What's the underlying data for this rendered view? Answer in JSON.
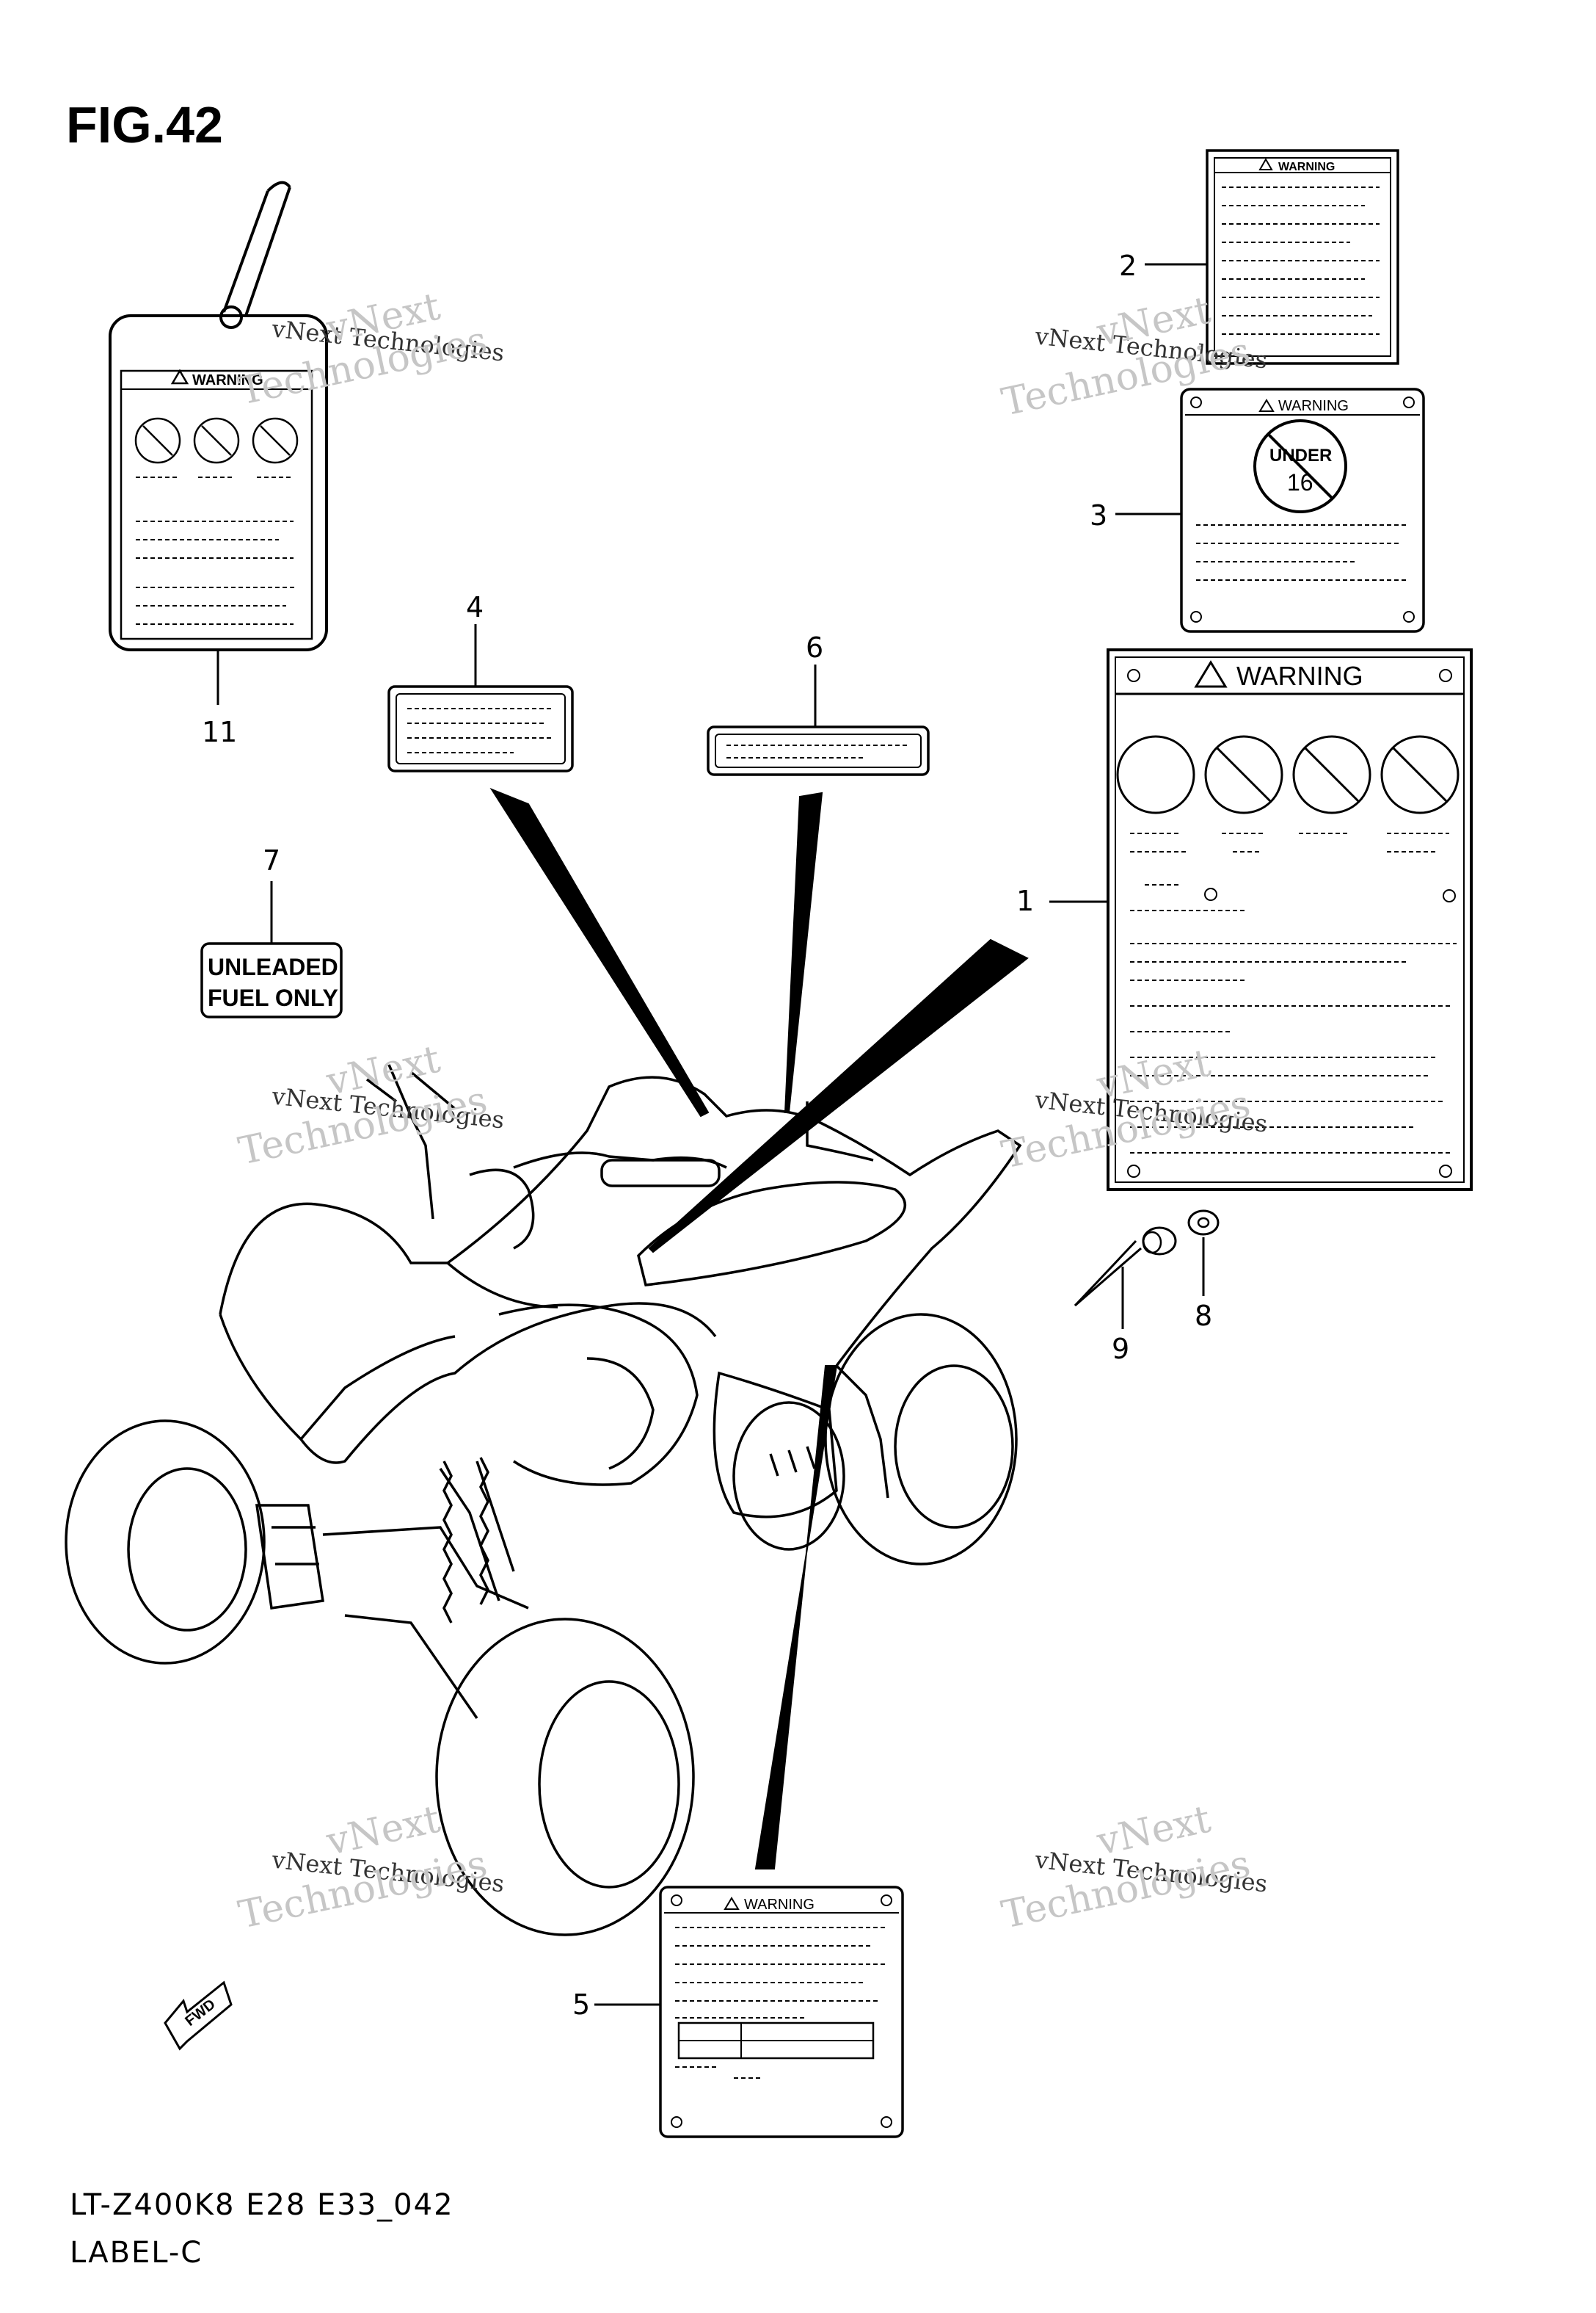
{
  "figure": {
    "title": "FIG.42",
    "footer_code": "LT-Z400K8 E28 E33_042",
    "footer_label": "LABEL-C"
  },
  "callouts": [
    "1",
    "2",
    "3",
    "4",
    "5",
    "6",
    "7",
    "8",
    "9",
    "11"
  ],
  "labels": {
    "warning": "WARNING",
    "under_word": "UNDER",
    "under_age": "16",
    "unleaded_line1": "UNLEADED",
    "unleaded_line2": "FUEL ONLY",
    "fwd": "FWD"
  },
  "watermark": {
    "small": "vNext Technologies",
    "big_line1": "vNext",
    "big_line2": "Technologies"
  }
}
